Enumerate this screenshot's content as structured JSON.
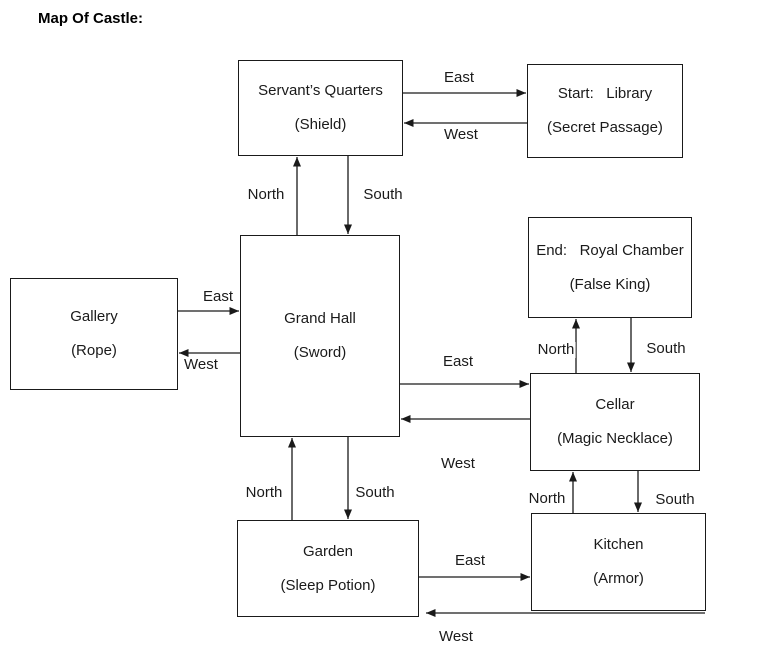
{
  "title": "Map Of Castle:",
  "rooms": {
    "servants_quarters": {
      "name": "Servant’s Quarters",
      "item": "(Shield)"
    },
    "library": {
      "name": "Start:   Library",
      "item": "(Secret Passage)"
    },
    "royal_chamber": {
      "name": "End:   Royal Chamber",
      "item": "(False King)"
    },
    "grand_hall": {
      "name": "Grand Hall",
      "item": "(Sword)"
    },
    "gallery": {
      "name": "Gallery",
      "item": "(Rope)"
    },
    "cellar": {
      "name": "Cellar",
      "item": "(Magic Necklace)"
    },
    "garden": {
      "name": "Garden",
      "item": "(Sleep Potion)"
    },
    "kitchen": {
      "name": "Kitchen",
      "item": "(Armor)"
    }
  },
  "edges": {
    "servants_to_library": {
      "label": "East"
    },
    "library_to_servants": {
      "label": "West"
    },
    "grandhall_to_servants": {
      "label": "North"
    },
    "servants_to_grandhall": {
      "label": "South"
    },
    "gallery_to_grandhall": {
      "label": "East"
    },
    "grandhall_to_gallery": {
      "label": "West"
    },
    "grandhall_to_cellar": {
      "label": "East"
    },
    "cellar_to_grandhall": {
      "label": "West"
    },
    "cellar_to_royalchamber": {
      "label": "North"
    },
    "royalchamber_to_cellar": {
      "label": "South"
    },
    "garden_to_grandhall": {
      "label": "North"
    },
    "grandhall_to_garden": {
      "label": "South"
    },
    "kitchen_to_cellar": {
      "label": "North"
    },
    "cellar_to_kitchen": {
      "label": "South"
    },
    "garden_to_kitchen": {
      "label": "East"
    },
    "kitchen_to_garden": {
      "label": "West"
    }
  },
  "colors": {
    "line": "#1a1a1a",
    "text": "#1a1a1a",
    "background": "#ffffff"
  }
}
